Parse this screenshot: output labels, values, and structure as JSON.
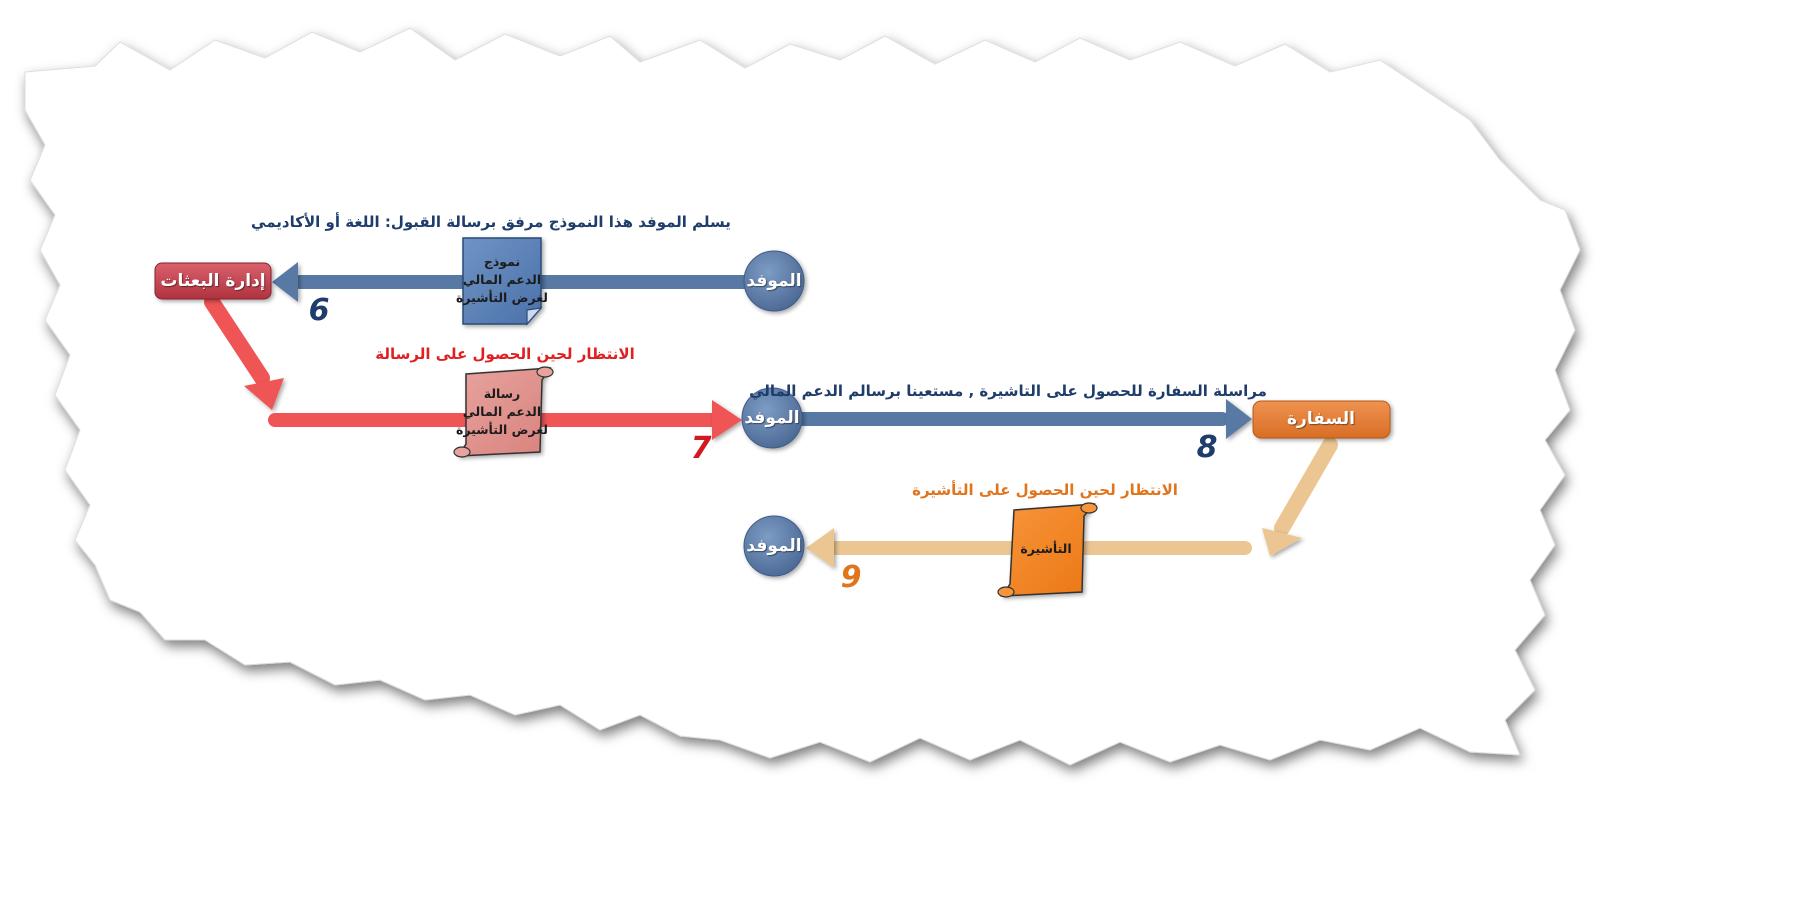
{
  "colors": {
    "blue": "#5879a4",
    "red": "#f05555",
    "tan": "#ebc692",
    "orange": "#f5861f",
    "dark_red": "#c2414e",
    "embassy_orange": "#e47e37",
    "step6": "#1e3d6b",
    "step7": "#d21820",
    "step8": "#1e3d6b",
    "step9": "#e0751e",
    "caption_blue": "#1e3d6b",
    "caption_red": "#e02020",
    "caption_orange": "#e0751e"
  },
  "nodes": {
    "admin": "إدارة البعثات",
    "envoy_top": "الموفد",
    "envoy_mid": "الموفد",
    "envoy_bottom": "الموفد",
    "embassy": "السفارة"
  },
  "documents": {
    "form": "نموذج\nالدعم المالي\nلغرض التأشيرة",
    "letter": "رسالة\nالدعم المالي\nلغرض التأشيرة",
    "visa": "التأشيرة"
  },
  "captions": {
    "step6": "يسلم الموفد هذا النموذج مرفق برسالة القبول: اللغة أو الأكاديمي",
    "step7": "الانتظار لحين الحصول على الرسالة",
    "step8": "مراسلة السفارة للحصول على التاشيرة , مستعينا برسالم الدعم المالي",
    "step9": "الانتظار لحين الحصول على التأشيرة"
  },
  "step_numbers": {
    "step6": "6",
    "step7": "7",
    "step8": "8",
    "step9": "9"
  }
}
